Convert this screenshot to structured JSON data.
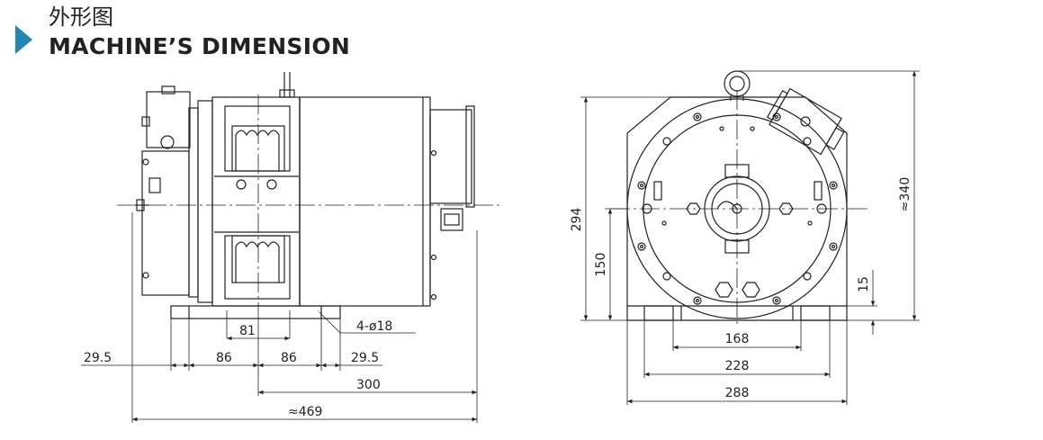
{
  "header": {
    "title_cn": "外形图",
    "title_en": "MACHINE’S DIMENSION",
    "accent_color": "#1f86b5",
    "marker_icon": "play-triangle-icon"
  },
  "side_view": {
    "dim_81": "81",
    "dim_bolt_holes": "4-ø18",
    "dim_29_5_left": "29.5",
    "dim_86_left": "86",
    "dim_86_right": "86",
    "dim_29_5_right": "29.5",
    "dim_300": "300",
    "dim_469": "≈469"
  },
  "front_view": {
    "dim_294": "294",
    "dim_150": "150",
    "dim_340": "≈340",
    "dim_15": "15",
    "dim_168": "168",
    "dim_228": "228",
    "dim_288": "288"
  }
}
